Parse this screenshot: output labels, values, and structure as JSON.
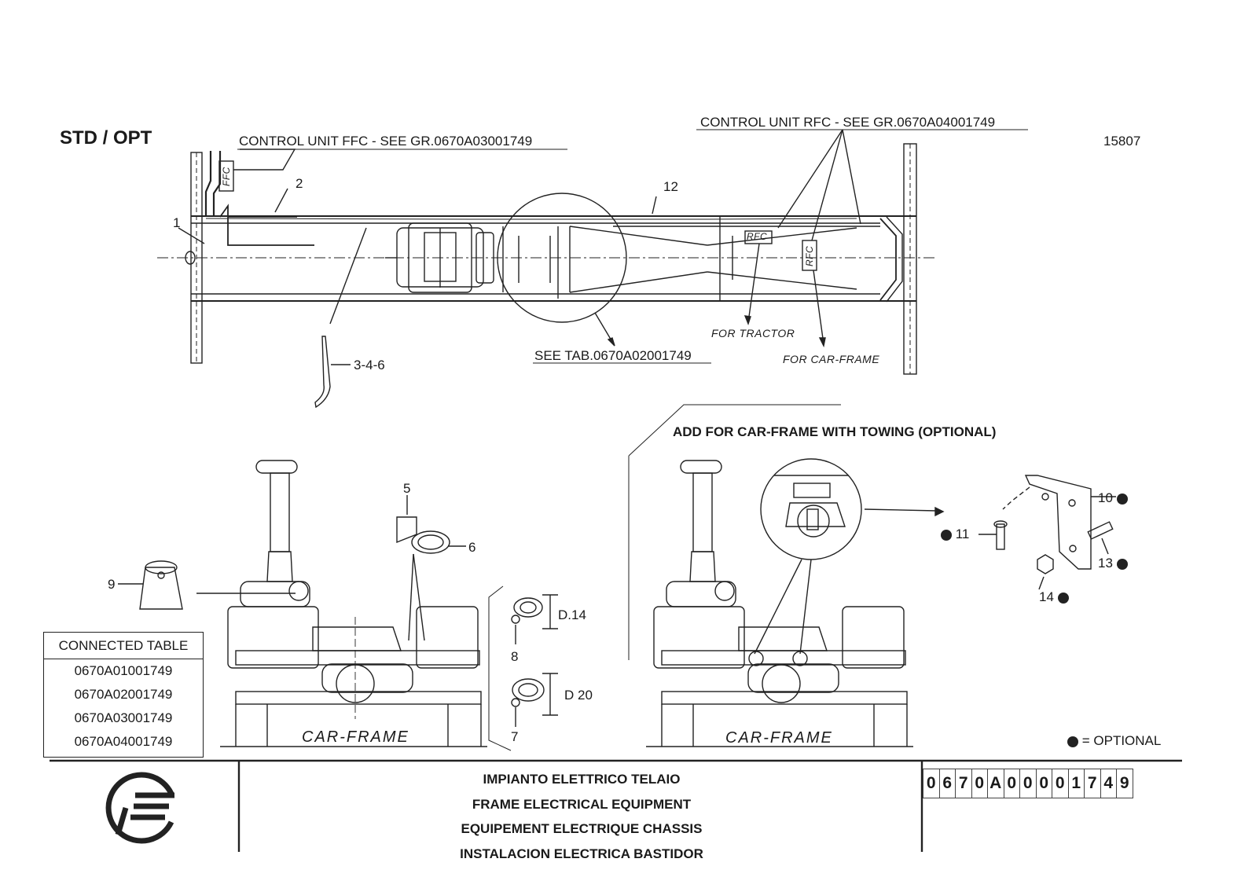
{
  "header": {
    "std_opt": "STD / OPT",
    "drawing_number": "15807",
    "control_unit_ffc": "CONTROL UNIT FFC - SEE GR.0670A03001749",
    "control_unit_rfc": "CONTROL UNIT RFC - SEE GR.0670A04001749"
  },
  "top_view": {
    "tag_ffc": "FFC",
    "tag_rfc_1": "RFC",
    "tag_rfc_2": "RFC",
    "for_tractor": "FOR TRACTOR",
    "for_car_frame": "FOR CAR-FRAME",
    "see_tab": "SEE TAB.0670A02001749",
    "callouts": {
      "c1": "1",
      "c2": "2",
      "c12": "12",
      "c346": "3-4-6"
    }
  },
  "left_detail": {
    "callouts": {
      "c5": "5",
      "c6": "6",
      "c9": "9",
      "c8": "8",
      "c7": "7"
    },
    "dim_d14": "D.14",
    "dim_d20": "D 20",
    "car_frame": "CAR-FRAME"
  },
  "right_detail": {
    "title": "ADD FOR CAR-FRAME WITH TOWING (OPTIONAL)",
    "car_frame": "CAR-FRAME",
    "callouts": {
      "c10": "10",
      "c11": "11",
      "c13": "13",
      "c14": "14"
    },
    "legend": "= OPTIONAL"
  },
  "connected_table": {
    "header": "CONNECTED TABLE",
    "rows": [
      "0670A01001749",
      "0670A02001749",
      "0670A03001749",
      "0670A04001749"
    ]
  },
  "title_block": {
    "titles": [
      "IMPIANTO ELETTRICO TELAIO",
      "FRAME ELECTRICAL EQUIPMENT",
      "EQUIPEMENT ELECTRIQUE CHASSIS",
      "INSTALACION ELECTRICA BASTIDOR"
    ],
    "code_chars": [
      "0",
      "6",
      "7",
      "0",
      "A",
      "0",
      "0",
      "0",
      "0",
      "1",
      "7",
      "4",
      "9"
    ]
  },
  "colors": {
    "ink": "#1a1a1a",
    "paper": "#ffffff"
  }
}
